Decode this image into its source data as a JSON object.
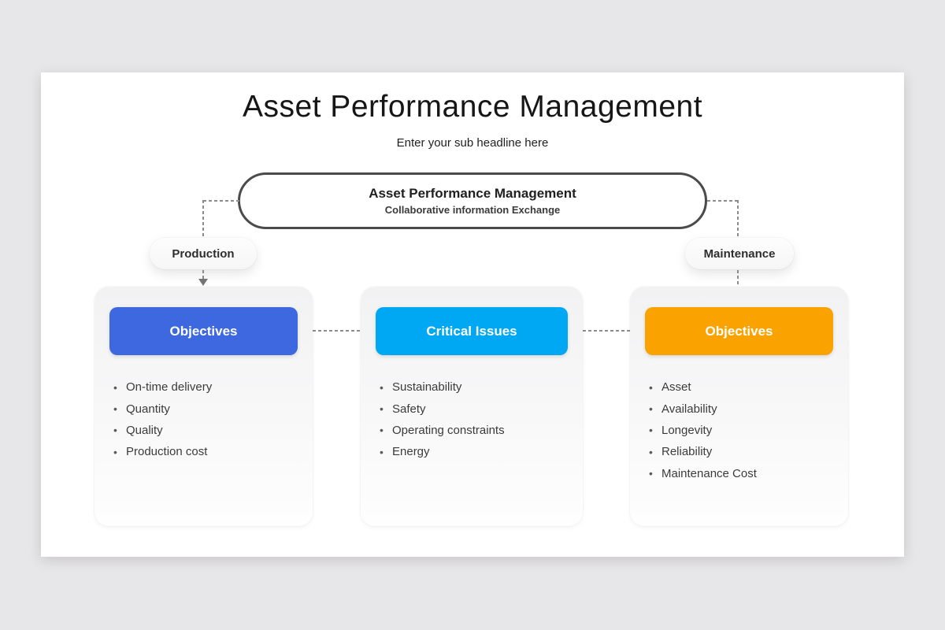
{
  "slide": {
    "title": "Asset Performance Management",
    "subtitle": "Enter your sub headline here"
  },
  "hub": {
    "title": "Asset Performance Management",
    "subtitle": "Collaborative information Exchange"
  },
  "branches": {
    "left_label": "Production",
    "right_label": "Maintenance"
  },
  "cards": [
    {
      "header": "Objectives",
      "color": "#3d68df",
      "items": [
        "On-time delivery",
        "Quantity",
        "Quality",
        "Production cost"
      ]
    },
    {
      "header": "Critical Issues",
      "color": "#00a8f3",
      "items": [
        "Sustainability",
        "Safety",
        "Operating constraints",
        "Energy"
      ]
    },
    {
      "header": "Objectives",
      "color": "#f9a200",
      "items": [
        "Asset",
        "Availability",
        "Longevity",
        "Reliability",
        "Maintenance Cost"
      ]
    }
  ],
  "colors": {
    "page_background": "#e7e6e8",
    "slide_background": "#ffffff",
    "hub_border": "#4b4b4b",
    "connector": "#8c8c8c",
    "list_text": "#3b3b3b"
  }
}
